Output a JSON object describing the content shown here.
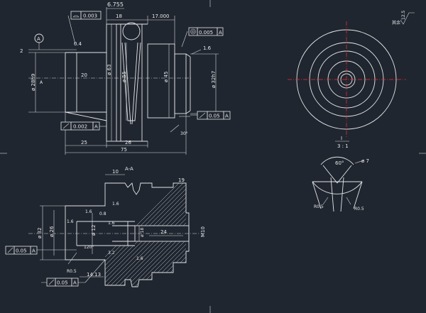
{
  "dims": {
    "d6755": "6.755",
    "d18": "18",
    "d17000": "17.000",
    "d2": "2",
    "d04": "0.4",
    "d28": "ø 28h9",
    "d20": "20",
    "d63": "ø 63",
    "d55": "ø 55",
    "d45": "ø 45",
    "d32": "ø 32h7",
    "d16": "1.6",
    "d25": "25",
    "d26": "26",
    "d75": "75",
    "d30": "30°",
    "top10": "10",
    "topAA": "A-A",
    "d19": "19",
    "d32b": "ø 32",
    "d26b": "ø 26",
    "d12": "ø 12",
    "d18b": "ø 18",
    "d24": "24",
    "m10": "M10",
    "r05": "R0.5",
    "d1413": "14.13",
    "d120": "120°",
    "d60": "60°",
    "d7": "ø 7",
    "r05a": "R0.5",
    "r05b": "R0.5",
    "sA": "A",
    "dA": "A",
    "roughness": "12.5",
    "rest": "其余",
    "viewLabel": "I",
    "viewScale": "3 : 1",
    "s16b": "1.6",
    "s16c": "1.6",
    "s32": "3.2",
    "s16d": "1.6",
    "s08": "0.8",
    "s16e": "1.6",
    "s16f": "1.6"
  },
  "tolerances": [
    {
      "id": "t1",
      "value": "0.003",
      "ref": ""
    },
    {
      "id": "t2",
      "value": "0.005",
      "ref": "A"
    },
    {
      "id": "t3",
      "value": "0.002",
      "ref": "A"
    },
    {
      "id": "t4",
      "value": "0.05",
      "ref": "A"
    },
    {
      "id": "t5",
      "value": "0.05",
      "ref": "A"
    },
    {
      "id": "t6",
      "value": "0.05",
      "ref": "A"
    }
  ],
  "colors": {
    "background": "#1f2630",
    "lines": "#e6e6e6",
    "centerlines": "#ff2a2a"
  }
}
